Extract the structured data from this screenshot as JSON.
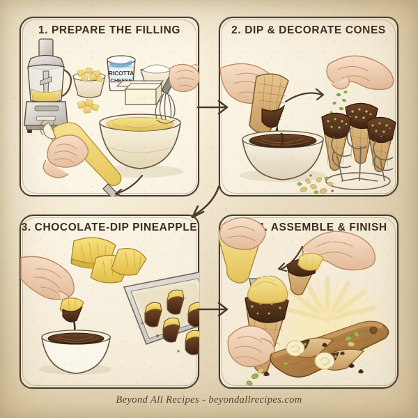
{
  "poster": {
    "background_color": "#e9dcc2",
    "ink_color": "#4a3a2c",
    "title_color": "#3c2c1e"
  },
  "panels": [
    {
      "number": "1.",
      "title": "1. PREPARE THE FILLING",
      "items": [
        {
          "name": "food-processor",
          "label": "food processor with pineapple"
        },
        {
          "name": "pineapple-bowl",
          "label": "bowl of pineapple chunks"
        },
        {
          "name": "ricotta-tub",
          "label": "RICOTTA CHEESE"
        },
        {
          "name": "ricotta-tub-line1",
          "label": "RICOTTA"
        },
        {
          "name": "ricotta-tub-line2",
          "label": "CHEESE"
        },
        {
          "name": "sugar-bowl",
          "label": "bowl of powdered sugar"
        },
        {
          "name": "butter-block",
          "label": "block of butter"
        },
        {
          "name": "mixing-bowl",
          "label": "mixing bowl with filling"
        },
        {
          "name": "whisk",
          "label": "hand whisking"
        },
        {
          "name": "piping-bag",
          "label": "hand holding filled piping bag"
        }
      ]
    },
    {
      "number": "2.",
      "title": "2. DIP & DECORATE CONES",
      "items": [
        {
          "name": "dipping-hand",
          "label": "hand dipping waffle cone"
        },
        {
          "name": "chocolate-bowl",
          "label": "bowl of melted chocolate"
        },
        {
          "name": "sprinkling-hand",
          "label": "hand sprinkling pistachios"
        },
        {
          "name": "cone-stand",
          "label": "wire stand with three dipped cones"
        },
        {
          "name": "pistachio-scatter",
          "label": "scattered pistachios"
        }
      ]
    },
    {
      "number": "3.",
      "title": "3. CHOCOLATE-DIP PINEAPPLE",
      "items": [
        {
          "name": "pineapple-wedges",
          "label": "fresh pineapple wedges"
        },
        {
          "name": "dipping-hand",
          "label": "hand dipping pineapple wedge"
        },
        {
          "name": "chocolate-bowl",
          "label": "bowl of melted chocolate"
        },
        {
          "name": "baking-sheet",
          "label": "baking sheet with dipped pineapple"
        }
      ]
    },
    {
      "number": "4.",
      "title": "4. ASSEMBLE & FINISH",
      "items": [
        {
          "name": "piping-bag",
          "label": "hand piping filling into cone"
        },
        {
          "name": "filled-cone",
          "label": "hand holding filled cone"
        },
        {
          "name": "topping-hand",
          "label": "hand adding pineapple topping"
        },
        {
          "name": "cutting-board",
          "label": "wooden board with finished cannoli cones"
        },
        {
          "name": "pistachios-chips",
          "label": "pistachios and chocolate chips"
        }
      ]
    }
  ],
  "arrows": [
    {
      "name": "arrow-step1-to-step2",
      "direction": "right"
    },
    {
      "name": "arrow-step2-to-step3",
      "direction": "down-left"
    },
    {
      "name": "arrow-step3-to-step4",
      "direction": "right"
    },
    {
      "name": "arrow-inside-step1",
      "direction": "down-left"
    },
    {
      "name": "arrow-inside-step2",
      "direction": "right-up"
    },
    {
      "name": "arrow-inside-step4",
      "direction": "down-left"
    }
  ],
  "footer": {
    "credit": "Beyond All Recipes - beyondallrecipes.com"
  }
}
